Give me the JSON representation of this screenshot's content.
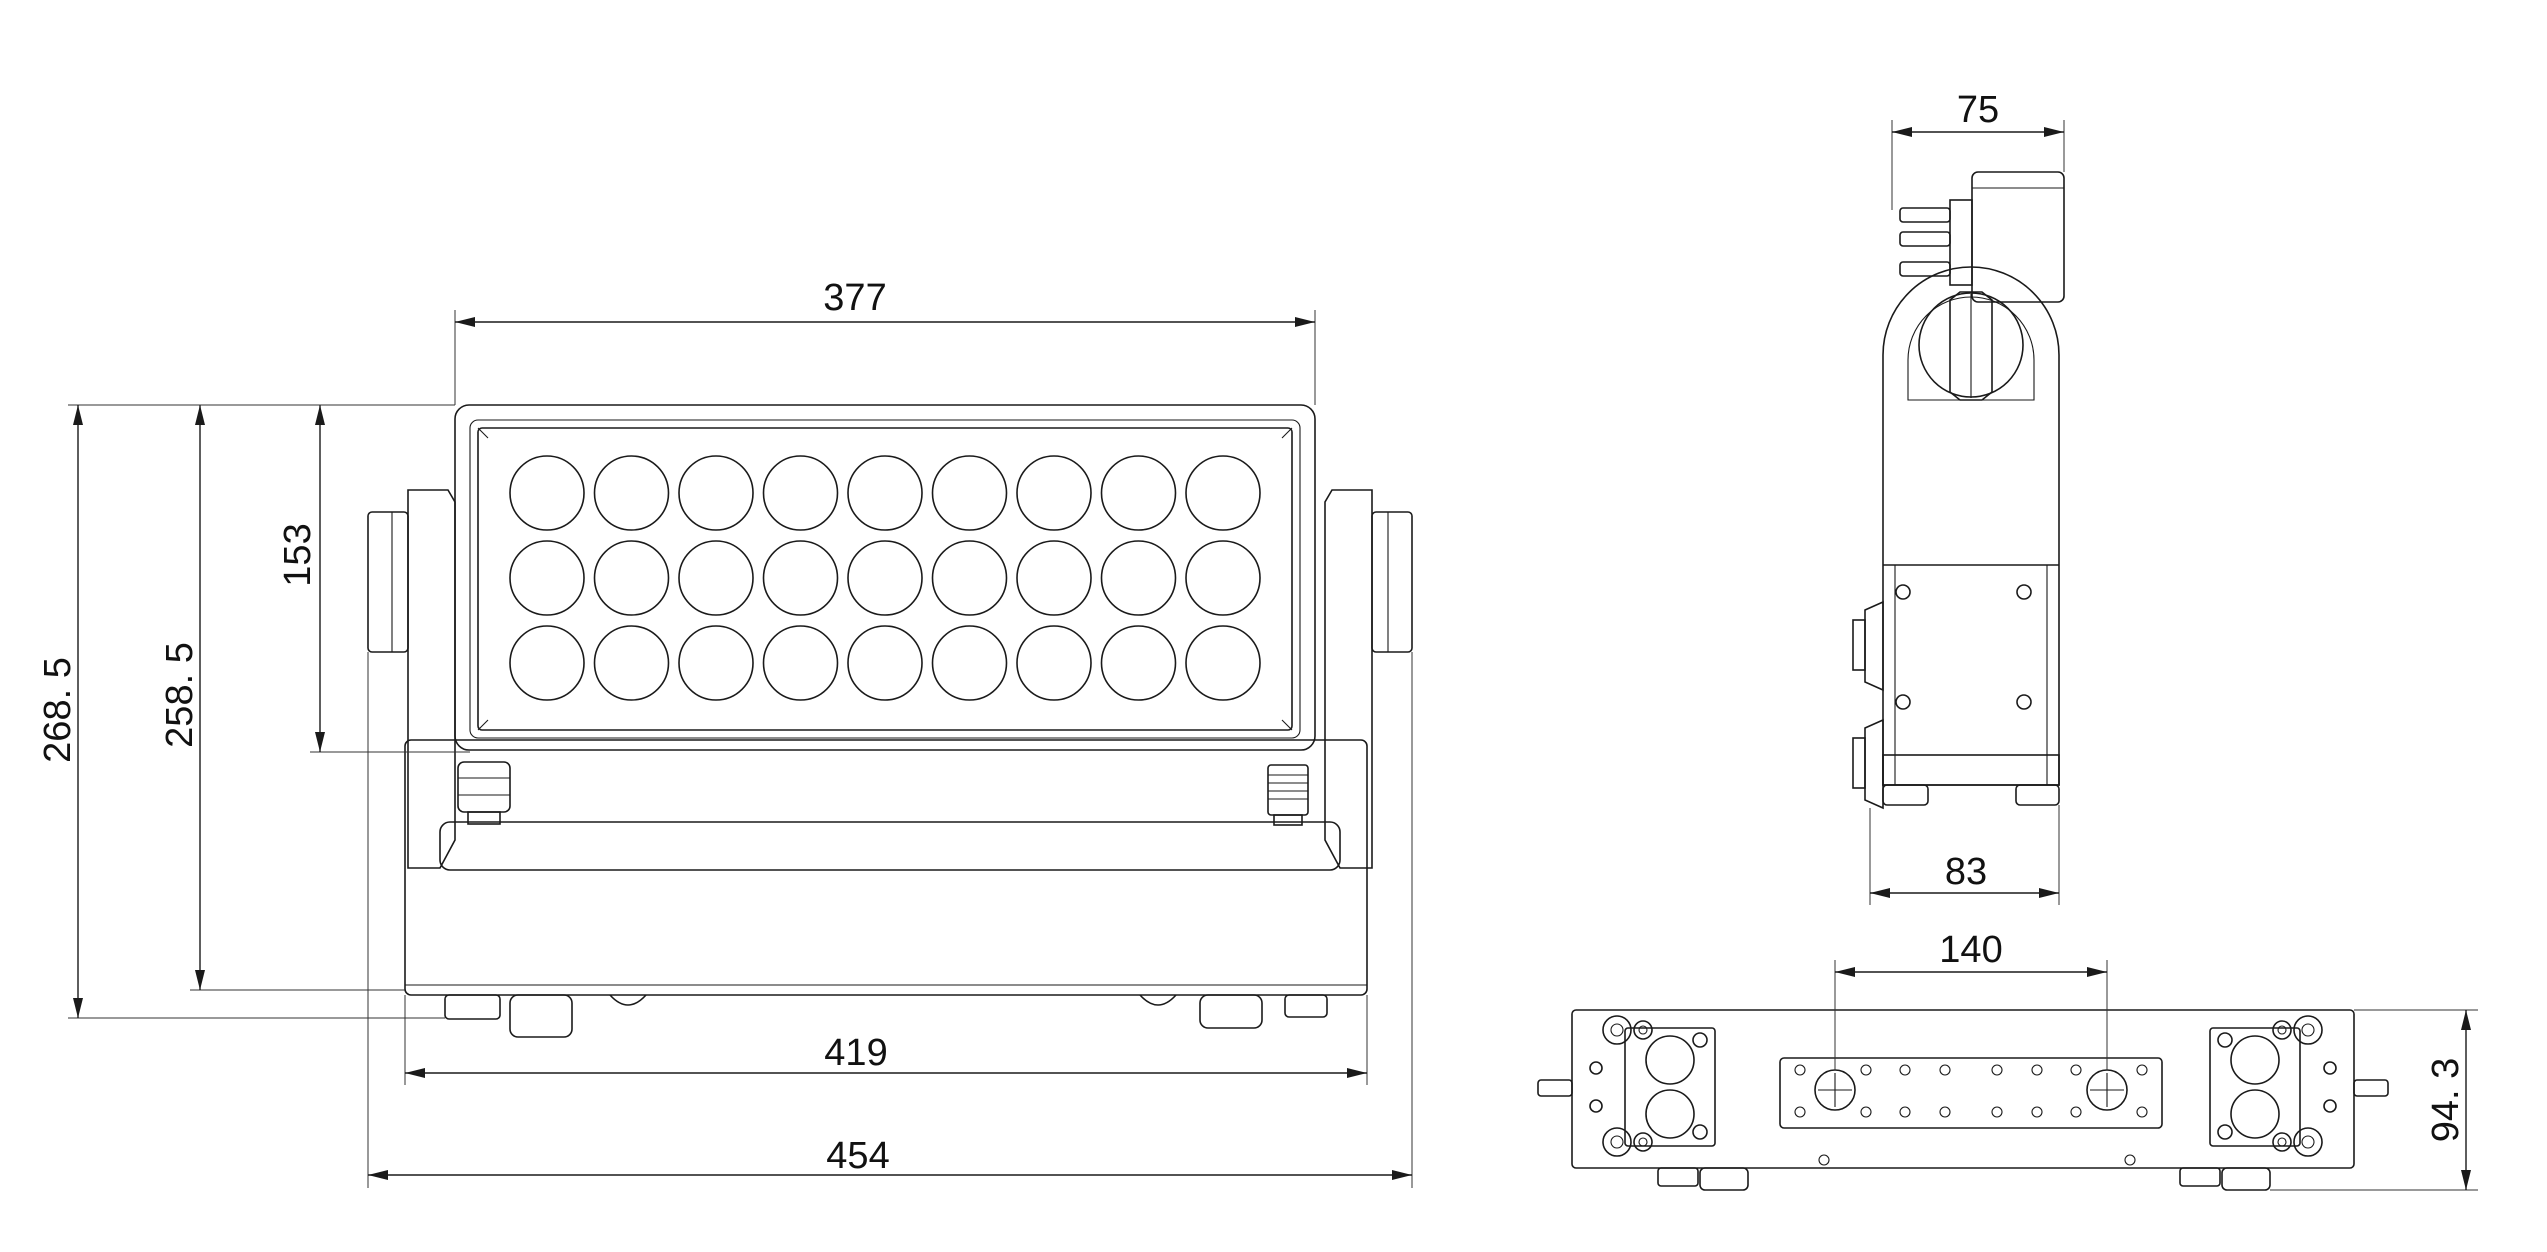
{
  "dimensions": {
    "front_head_width": "377",
    "front_lens_height": "153",
    "front_height_inner": "258. 5",
    "front_height_outer": "268. 5",
    "front_base_width": "419",
    "front_overall_width": "454",
    "side_top_depth": "75",
    "side_base_depth": "83",
    "bottom_mount_spacing": "140",
    "bottom_height": "94. 3"
  },
  "lens_grid": {
    "rows": 3,
    "columns": 9
  },
  "colors": {
    "line": "#1a1a1a",
    "background": "#ffffff"
  }
}
